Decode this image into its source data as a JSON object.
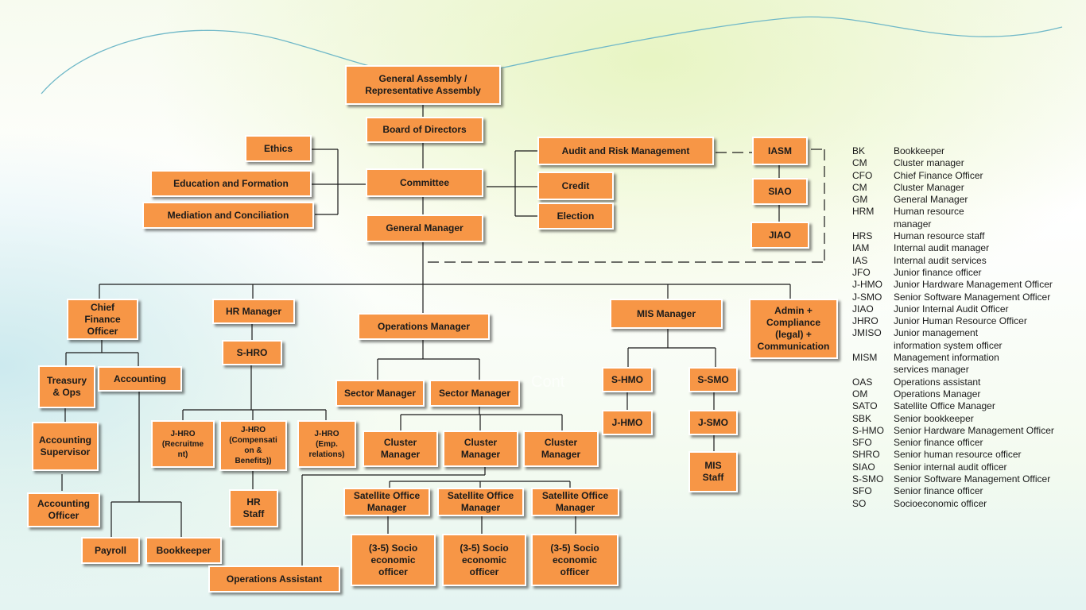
{
  "org_chart": {
    "general_assembly": "General Assembly /\nRepresentative Assembly",
    "board": "Board of Directors",
    "ethics": "Ethics",
    "education": "Education and Formation",
    "mediation": "Mediation and Conciliation",
    "committee": "Committee",
    "general_manager": "General Manager",
    "audit_risk": "Audit and Risk Management",
    "credit": "Credit",
    "election": "Election",
    "iasm": "IASM",
    "siao": "SIAO",
    "jiao": "JIAO",
    "cfo": "Chief\nFinance\nOfficer",
    "hr_manager": "HR Manager",
    "operations_manager": "Operations Manager",
    "mis_manager": "MIS Manager",
    "admin": "Admin +\nCompliance\n(legal) +\nCommunication",
    "treasury": "Treasury\n& Ops",
    "accounting": "Accounting",
    "accounting_supervisor": "Accounting\nSupervisor",
    "accounting_officer": "Accounting\nOfficer",
    "payroll": "Payroll",
    "bookkeeper": "Bookkeeper",
    "s_hro": "S-HRO",
    "jhro_recruitment": "J-HRO\n(Recruitme\nnt)",
    "jhro_compensation": "J-HRO\n(Compensati\non &\nBenefits))",
    "jhro_relations": "J-HRO\n(Emp.\nrelations)",
    "hr_staff": "HR\nStaff",
    "operations_assistant": "Operations Assistant",
    "sector_manager_1": "Sector Manager",
    "sector_manager_2": "Sector Manager",
    "cluster_manager_1": "Cluster\nManager",
    "cluster_manager_2": "Cluster\nManager",
    "cluster_manager_3": "Cluster\nManager",
    "satellite_1": "Satellite Office\nManager",
    "satellite_2": "Satellite Office\nManager",
    "satellite_3": "Satellite Office\nManager",
    "socio_1": "(3-5) Socio\neconomic\nofficer",
    "socio_2": "(3-5) Socio\neconomic\nofficer",
    "socio_3": "(3-5) Socio\neconomic\nofficer",
    "s_hmo": "S-HMO",
    "j_hmo": "J-HMO",
    "s_smo": "S-SMO",
    "j_smo": "J-SMO",
    "mis_staff": "MIS\nStaff"
  },
  "watermark_text": "Cont",
  "legend": [
    {
      "abbr": "BK",
      "full": "Bookkeeper"
    },
    {
      "abbr": "CM",
      "full": "Cluster manager"
    },
    {
      "abbr": "CFO",
      "full": "Chief Finance Officer"
    },
    {
      "abbr": "CM",
      "full": "Cluster Manager"
    },
    {
      "abbr": "GM",
      "full": "General Manager"
    },
    {
      "abbr": "HRM",
      "full": "Human resource\nmanager"
    },
    {
      "abbr": "HRS",
      "full": "Human resource staff"
    },
    {
      "abbr": "IAM",
      "full": "Internal audit manager"
    },
    {
      "abbr": "IAS",
      "full": "Internal audit services"
    },
    {
      "abbr": "JFO",
      "full": "Junior finance officer"
    },
    {
      "abbr": "J-HMO",
      "full": "Junior Hardware Management Officer"
    },
    {
      "abbr": "J-SMO",
      "full": "Senior Software Management Officer"
    },
    {
      "abbr": "JIAO",
      "full": "Junior Internal Audit Officer"
    },
    {
      "abbr": "JHRO",
      "full": "Junior Human Resource Officer"
    },
    {
      "abbr": "JMISO",
      "full": "Junior management\ninformation system officer"
    },
    {
      "abbr": "MISM",
      "full": "Management information\nservices manager"
    },
    {
      "abbr": "OAS",
      "full": "Operations assistant"
    },
    {
      "abbr": "OM",
      "full": "Operations Manager"
    },
    {
      "abbr": "SATO",
      "full": "Satellite Office Manager"
    },
    {
      "abbr": "SBK",
      "full": "Senior bookkeeper"
    },
    {
      "abbr": "S-HMO",
      "full": "Senior Hardware Management Officer"
    },
    {
      "abbr": "SFO",
      "full": "Senior finance officer"
    },
    {
      "abbr": "SHRO",
      "full": "Senior human resource officer"
    },
    {
      "abbr": "SIAO",
      "full": "Senior internal audit officer"
    },
    {
      "abbr": "S-SMO",
      "full": "Senior Software Management Officer"
    },
    {
      "abbr": "SFO",
      "full": "Senior finance officer"
    },
    {
      "abbr": "SO",
      "full": "Socioeconomic officer"
    }
  ],
  "colors": {
    "box_fill": "#f79646",
    "box_border": "#ffffff",
    "line": "#1a1a1a",
    "wave": "#6fb8c8"
  }
}
